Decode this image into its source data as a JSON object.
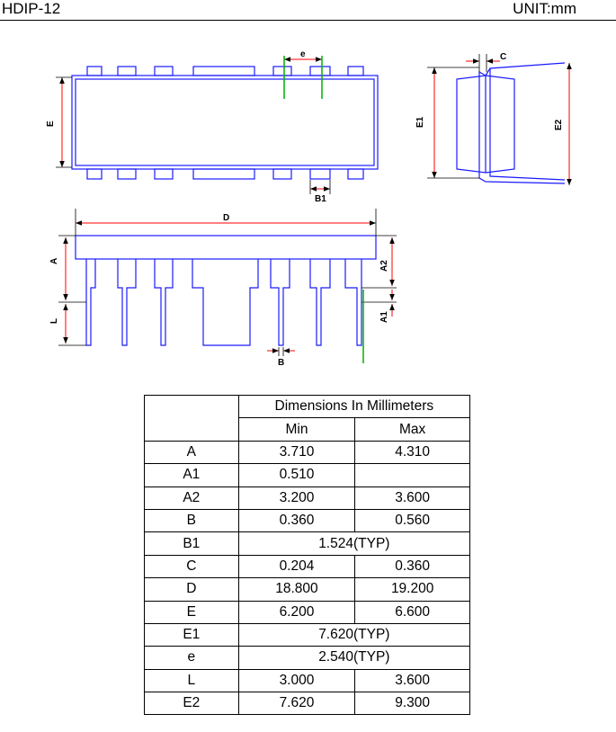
{
  "header": {
    "package": "HDIP-12",
    "unit": "UNIT:mm"
  },
  "drawing_labels": {
    "e": "e",
    "E": "E",
    "B1": "B1",
    "C": "C",
    "E1": "E1",
    "E2": "E2",
    "D": "D",
    "A": "A",
    "A2": "A2",
    "L": "L",
    "A1": "A1",
    "B": "B"
  },
  "colors": {
    "outline": "#1a1aff",
    "dimension": "#ff0000",
    "reference": "#00b000"
  },
  "table": {
    "header": "Dimensions In Millimeters",
    "col_min": "Min",
    "col_max": "Max",
    "rows": [
      {
        "sym": "A",
        "min": "3.710",
        "max": "4.310"
      },
      {
        "sym": "A1",
        "min": "0.510",
        "max": ""
      },
      {
        "sym": "A2",
        "min": "3.200",
        "max": "3.600"
      },
      {
        "sym": "B",
        "min": "0.360",
        "max": "0.560"
      },
      {
        "sym": "B1",
        "typ": "1.524(TYP)"
      },
      {
        "sym": "C",
        "min": "0.204",
        "max": "0.360"
      },
      {
        "sym": "D",
        "min": "18.800",
        "max": "19.200"
      },
      {
        "sym": "E",
        "min": "6.200",
        "max": "6.600"
      },
      {
        "sym": "E1",
        "typ": "7.620(TYP)"
      },
      {
        "sym": "e",
        "typ": "2.540(TYP)"
      },
      {
        "sym": "L",
        "min": "3.000",
        "max": "3.600"
      },
      {
        "sym": "E2",
        "min": "7.620",
        "max": "9.300"
      }
    ]
  }
}
